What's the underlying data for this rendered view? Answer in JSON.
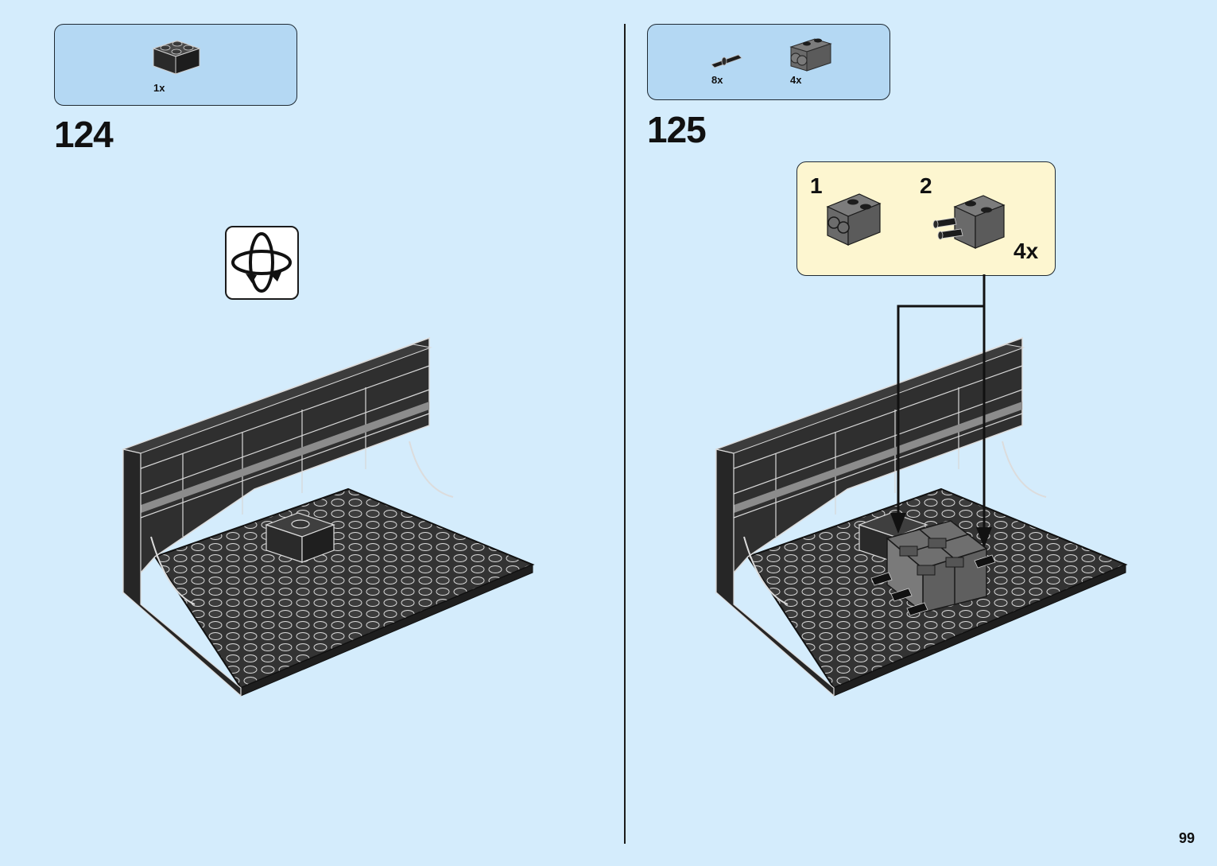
{
  "step_124": {
    "number": "124",
    "parts": [
      {
        "name": "brick-2x2-black",
        "quantity": "1x"
      }
    ]
  },
  "step_125": {
    "number": "125",
    "parts": [
      {
        "name": "technic-pin-black",
        "quantity": "8x"
      },
      {
        "name": "technic-brick-1x2-grey",
        "quantity": "4x"
      }
    ],
    "subassembly": {
      "sub_steps": [
        "1",
        "2"
      ],
      "multiplier": "4x"
    }
  },
  "page_number": "99",
  "colors": {
    "background": "#d4ecfc",
    "parts_box": "#b4d8f3",
    "subassembly_box": "#fdf6d0",
    "brick_black": "#2e2e2e",
    "brick_grey": "#6f6f6f"
  }
}
